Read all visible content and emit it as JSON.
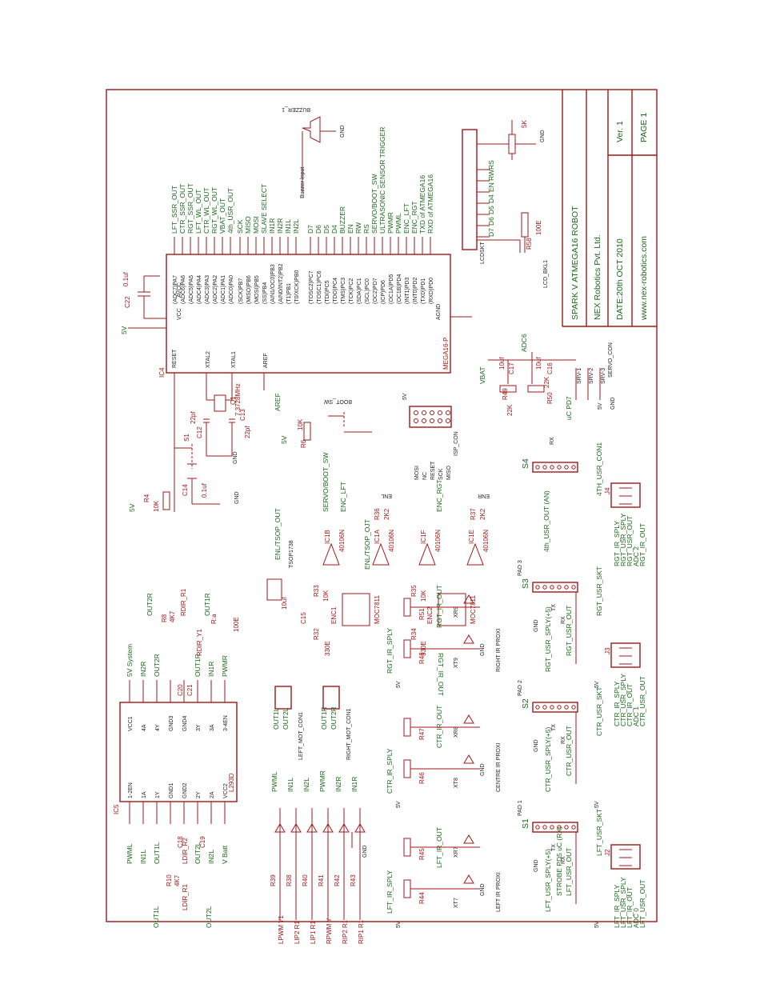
{
  "title_block": {
    "project": "SPARK V ATMEGA16 ROBOT",
    "company": "NEX Robotics Pvt. Ltd.",
    "date": "DATE:20th OCT 2010",
    "version": "Ver. 1",
    "website": "www.nex-robotics.com",
    "page": "PAGE 1"
  },
  "mcu": {
    "ref": "IC4",
    "part": "MEGA16-P",
    "left_pins": [
      "RESET",
      "XTAL2",
      "XTAL1",
      "AREF"
    ],
    "top_pins": [
      "VCC",
      "AVCC"
    ],
    "gnd_pin": "AGND",
    "porta": [
      "(ADC7)PA7",
      "(ADC6)PA6",
      "(ADC5)PA5",
      "(ADC4)PA4",
      "(ADC3)PA3",
      "(ADC2)PA2",
      "(ADC1)PA1",
      "(ADC0)PA0"
    ],
    "porta_nets": [
      "LFT_SSR_OUT",
      "CTR_SSR_OUT",
      "RGT_SSR_OUT",
      "LFT_WL_OUT",
      "CTR_WL_OUT",
      "RGT_WL_OUT",
      "VBAT_OUT",
      "4th_USR_OUT"
    ],
    "portb": [
      "(SCK)PB7",
      "(MISO)PB6",
      "(MOSI)PB5",
      "(SS)PB4",
      "(AIN1/OC0)PB3",
      "(AIN0/INT2)PB2",
      "(T1)PB1",
      "(T0/XCK)PB0"
    ],
    "portb_nets": [
      "SCK",
      "MISO",
      "MOSI",
      "SLAVE SELECT",
      "IN1R",
      "IN2R",
      "IN1L",
      "IN2L"
    ],
    "portc": [
      "(TOSC2)PC7",
      "(TOSC1)PC6",
      "(TDI)PC5",
      "(TDO)PC4",
      "(TMS)PC3",
      "(TCK)PC2",
      "(SDA)PC1",
      "(SCL)PC0"
    ],
    "portc_nets": [
      "D7",
      "D6",
      "D5",
      "D4",
      "BUZZER",
      "EN",
      "RW",
      "RS"
    ],
    "portd": [
      "(OC2)PD7",
      "(ICP)PD6",
      "(OC1A)PD5",
      "(OC1B)PD4",
      "(INT1)PD3",
      "(INT0)PD2",
      "(TXD)PD1",
      "(RXD)PD0"
    ],
    "portd_nets": [
      "SERVO/BOOT_SW",
      "ULTRASONIC SENSOR TRIGGER",
      "PWMR",
      "PWML",
      "ENC_LFT",
      "ENC_RGT",
      "TXD of ATMEGA16",
      "RXD of ATMEGA16"
    ]
  },
  "labels": {
    "buzzer": "BUZZER_1",
    "buzzer_input": "Buzzer Input",
    "lcd": "LCDSKT",
    "lcd_pins": [
      "D7",
      "D6",
      "D5",
      "D4",
      "EN",
      "RW",
      "RS"
    ],
    "lcd_bkl": "LCD_BKL1",
    "r58": "R58",
    "r58_val": "100E",
    "pot": "5K",
    "crystal": "7.3728MHz",
    "q": "Q1",
    "c12": "C12",
    "c13": "C13",
    "c22": "C22",
    "c22_val": "0.1uf",
    "c14": "C14",
    "c14_val": "0.1uf",
    "cap22pf": "22pf",
    "boot_sw": "BOOT_SW",
    "r6": "R6",
    "r6_val": "10K",
    "r4": "R4",
    "r4_val": "10K",
    "s1": "S1",
    "isp_con": "ISP_CON",
    "isp_pins": [
      "MOSI",
      "NC",
      "RESET",
      "SCK",
      "MISO"
    ],
    "servo_con": "SERVO_CON",
    "servo_pins": [
      "SRV-1",
      "SRV-2",
      "SRV-3"
    ],
    "uc_pd7": "uC PD7",
    "vbat": "VBAT",
    "adc6": "ADC6",
    "c16": "C16",
    "c17": "C17",
    "c16_val": "10uf",
    "r49": "R49",
    "r50": "R50",
    "r49_val": "22K",
    "r50_val": "22K",
    "five_v": "5V",
    "gnd": "GND",
    "servo_boot": "SERVO/BOOT_SW",
    "enc_lft": "ENC_LFT",
    "enc_rgt": "ENC_RGT",
    "enl": "ENL",
    "enr": "ENR",
    "enl_tsop": "ENL/TSOP_OJT",
    "enl_tsop_out": "ENL/TSOP_OUT",
    "tsop": "TSOP1738",
    "ic1b": "IC1B",
    "ic1a": "IC1A",
    "ic1f": "IC1F",
    "ic1e": "IC1E",
    "ic1_part": "40106N",
    "enc1": "ENC1",
    "enc2": "ENC2",
    "moc": "MOC7811",
    "r33": "R33",
    "r35": "R35",
    "r32": "R32",
    "r34": "R34",
    "r36": "R36",
    "r37": "R37",
    "r330e": "330E",
    "r10k": "10K",
    "r2k2": "2K2",
    "c15": "C15",
    "c15_val": "10uf",
    "r100e": "100E",
    "r_a": "R:a",
    "ic5": "IC5",
    "l293d": "L293D",
    "l293_left": [
      "1-2EN",
      "1A",
      "1Y",
      "GND1",
      "GND2",
      "2Y",
      "2A",
      "VCC2"
    ],
    "l293_right": [
      "VCC1",
      "4A",
      "4Y",
      "GND3",
      "GND4",
      "3Y",
      "3A",
      "3-4EN"
    ],
    "l293_nets_left": [
      "PWML",
      "IN1L",
      "OUT1L",
      "",
      "",
      "OUT2L",
      "IN2L",
      "V Batt"
    ],
    "l293_nets_right": [
      "5V System",
      "IN2R",
      "OUT2R",
      "",
      "",
      "OUT1R",
      "IN1R",
      "PWMR"
    ],
    "c18": "C18",
    "c19": "C19",
    "c20": "C20",
    "c21": "C21",
    "c_01uf": "0.1uf",
    "out1l": "OUT1L",
    "out2l": "OUT2L",
    "out1r": "OUT1R",
    "out2r": "OUT2R",
    "ldir_r1": "LDIR_R1",
    "ldir_r2": "LDIR_R2",
    "rdir_r1": "RDIR_R1",
    "rdir_y1": "RDIR_Y1",
    "r8": "R8",
    "r10": "R10",
    "r_4k7": "4K7",
    "left_mot": "LEFT_MOT_CON1",
    "right_mot": "RIGHT_MOT_CON1",
    "leds_nets": [
      "IN1R",
      "IN2R",
      "PWMR",
      "IN2L",
      "IN1L",
      "PWML"
    ],
    "leds_names": [
      "RIP1 R1",
      "RIP2 R1",
      "RPWM Y",
      "LIP1 R1",
      "LIP2 R1",
      "LPWM Y1"
    ],
    "leds_res": [
      "R43",
      "R42",
      "R41",
      "R40",
      "R38",
      "R39"
    ],
    "prox": [
      "LEFT IR PROXI",
      "CENTRE IR PROXI",
      "RIGHT IR PROXI"
    ],
    "prox_sply": [
      "LFT_IR_SPLY",
      "CTR_IR_SPLY",
      "RGT_IR_SPLY"
    ],
    "prox_out": [
      "LFT_IR_OUT",
      "CTR_IR_OUT",
      "RGT_IR_OUT"
    ],
    "prox_xt": [
      "XT7",
      "XT8",
      "XT9"
    ],
    "prox_xr": [
      "XR7",
      "XR8",
      "XR9"
    ],
    "prox_r100": [
      "R44",
      "R46",
      "R48"
    ],
    "prox_r10k": [
      "R45",
      "R47",
      "R51"
    ],
    "sockets": [
      "S1",
      "S2",
      "S3",
      "S4"
    ],
    "skt_names": [
      "LFT_USR_SKT",
      "CTR_USR_SKT",
      "RGT_USR_SKT",
      "4TH_USR_CON1"
    ],
    "skt_sply": [
      "LFT_USR_SPLY(+5)",
      "CTR_USR_SPLY(+5)",
      "RGT_USR_SPLY(+5)"
    ],
    "skt_out": [
      "LFT_USR_OUT",
      "CTR_USR_OUT",
      "RGT_USR_OUT"
    ],
    "pads": [
      "PAD 1",
      "PAD 2",
      "PAD 3"
    ],
    "strobe": "STROBE PD5 uC (RX)",
    "fourth_out": "4th_USR_OUT (AN)",
    "tx": "TX",
    "rx": "RX",
    "j2": "J2",
    "j3": "J3",
    "j4": "J4",
    "jconn": [
      [
        "LFT_IR_SPLY",
        "LFT_USR_SPLY",
        "LFT_IR_OUT",
        "ADC 0",
        "LFT_USR_OUT"
      ],
      [
        "CTR_IR_SPLY",
        "CTR_USR_SPLY",
        "CTR_IR_OUT",
        "ADC 1",
        "CTR_USR_OUT"
      ],
      [
        "RGT_IR_SPLY",
        "RGT_USR_SPLY",
        "RGT_USR_OUT",
        "ADC 2",
        "RGT_IR_OUT"
      ]
    ]
  }
}
